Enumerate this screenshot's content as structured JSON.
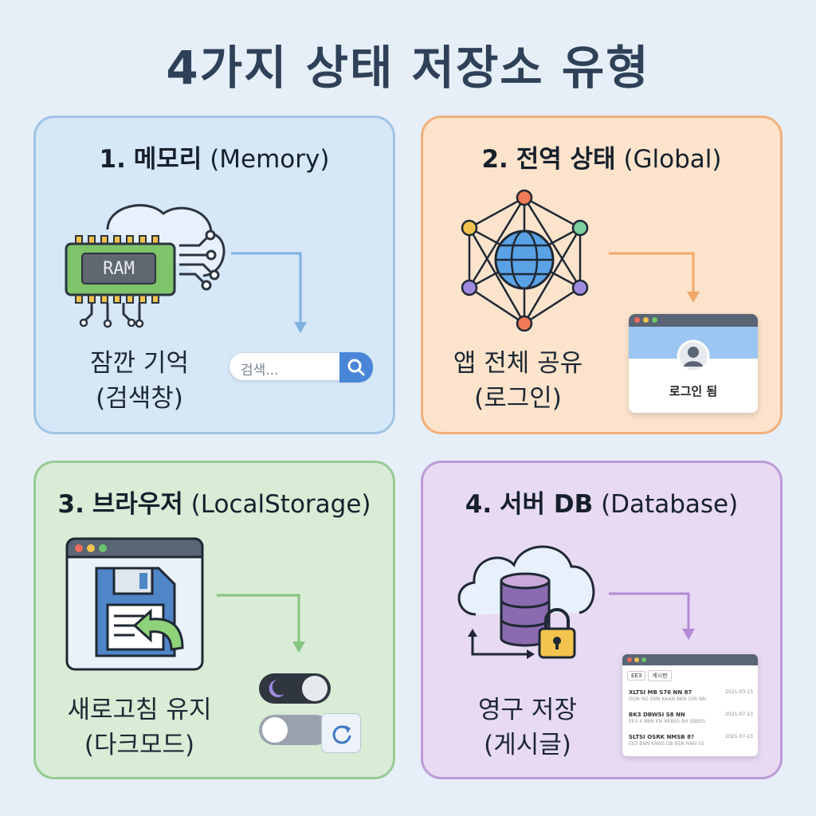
{
  "title": "4가지 상태 저장소 유형",
  "cards": [
    {
      "number": "1.",
      "name": "메모리",
      "sub": "(Memory)",
      "caption_line1": "잠깐 기억",
      "caption_line2": "(검색창)",
      "chip_label": "RAM",
      "search_placeholder": "검색...",
      "accent": "#9fc4e6"
    },
    {
      "number": "2.",
      "name": "전역 상태",
      "sub": "(Global)",
      "caption_line1": "앱 전체 공유",
      "caption_line2": "(로그인)",
      "login_label": "로그인 됨",
      "accent": "#f1b07a"
    },
    {
      "number": "3.",
      "name": "브라우저",
      "sub": "(LocalStorage)",
      "caption_line1": "새로고침 유지",
      "caption_line2": "(다크모드)",
      "accent": "#97cb93"
    },
    {
      "number": "4.",
      "name": "서버 DB",
      "sub": "(Database)",
      "caption_line1": "영구 저장",
      "caption_line2": "(게시글)",
      "board_tabs": [
        "EE3",
        "게시판"
      ],
      "board_rows": [
        {
          "title": "XLTSI MB S76 NN 87",
          "snippet": "DDN NG SNN KAAN BKN SSR NN",
          "date": "2021-03-13"
        },
        {
          "title": "BK3 DBWSI S8 NN",
          "snippet": "EE4 4 BBN KN NKBSS BH SBBSS",
          "date": "2021-07-13"
        },
        {
          "title": "SLTSI OSRK NMSB 8?",
          "snippet": "EE3 BNN KNNS DB BSN NNN SS",
          "date": "2021-07-13"
        }
      ],
      "accent": "#be9ad9"
    }
  ]
}
